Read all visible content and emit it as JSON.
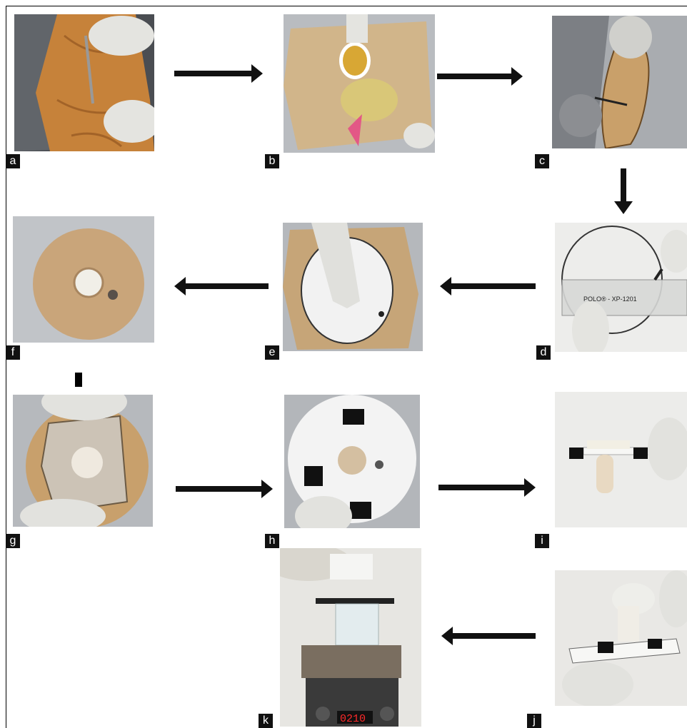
{
  "panels": [
    {
      "label": "a",
      "subject": "dissection of skin with forceps and scissors"
    },
    {
      "label": "b",
      "subject": "removal of fat tissue from skin"
    },
    {
      "label": "c",
      "subject": "skin cleaned with scalpel on foil"
    },
    {
      "label": "d",
      "subject": "skin traced and measured with ruler"
    },
    {
      "label": "e",
      "subject": "skin placed over paper disc"
    },
    {
      "label": "f",
      "subject": "disc with central opening"
    },
    {
      "label": "g",
      "subject": "skin mounted on disc"
    },
    {
      "label": "h",
      "subject": "disc secured with binder clips"
    },
    {
      "label": "i",
      "subject": "diffusion assembly with tube"
    },
    {
      "label": "j",
      "subject": "assembly held by hand"
    },
    {
      "label": "k",
      "subject": "assembly on beaker over stirrer hotplate"
    }
  ],
  "ruler_text": "POLO® - XP-1201",
  "stirrer_display": "0210",
  "colors": {
    "foil": "#b9bcc0",
    "skin": "#c9a06a",
    "glove": "#e6e6e2",
    "arrow": "#111111",
    "label_bg": "#111111"
  }
}
